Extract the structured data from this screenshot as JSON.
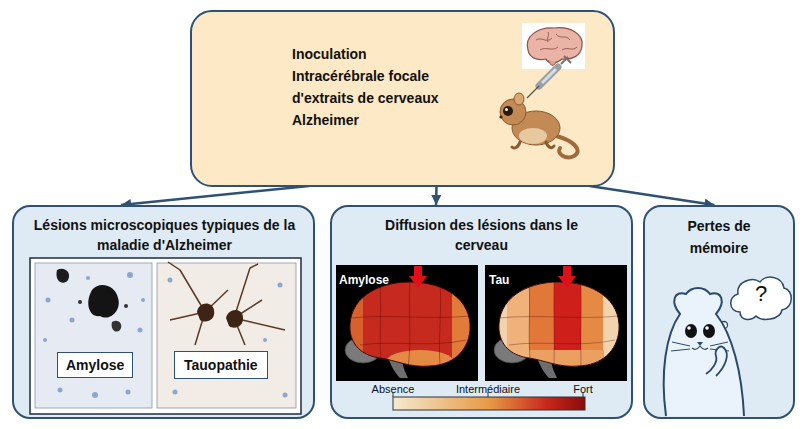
{
  "diagram": {
    "nodes": [
      {
        "text": [
          "Inoculation Intracérébrale focale d'extraits de cerveaux Alzheimer"
        ]
      },
      {
        "text": [
          "Lésions microscopiques typiques de la maladie d'Alzheimer"
        ]
      },
      {
        "text": [
          "Amylose"
        ],
        "in": 1
      },
      {
        "text": [
          "Tauopathie"
        ],
        "in": 1
      },
      {
        "text": [
          "Diffusion des lésions dans le cerveau"
        ]
      },
      {
        "text": [
          "Pertes de mémoire"
        ]
      }
    ],
    "edges": [
      {
        "from": 0,
        "to": 1,
        "arrow": "to"
      },
      {
        "from": 0,
        "to": 4,
        "arrow": "to"
      },
      {
        "from": 0,
        "to": 5,
        "arrow": "to"
      }
    ],
    "labels": [
      "Amylose",
      "Tau",
      "Absence",
      "Intermédiaire",
      "Fort",
      "?"
    ]
  }
}
